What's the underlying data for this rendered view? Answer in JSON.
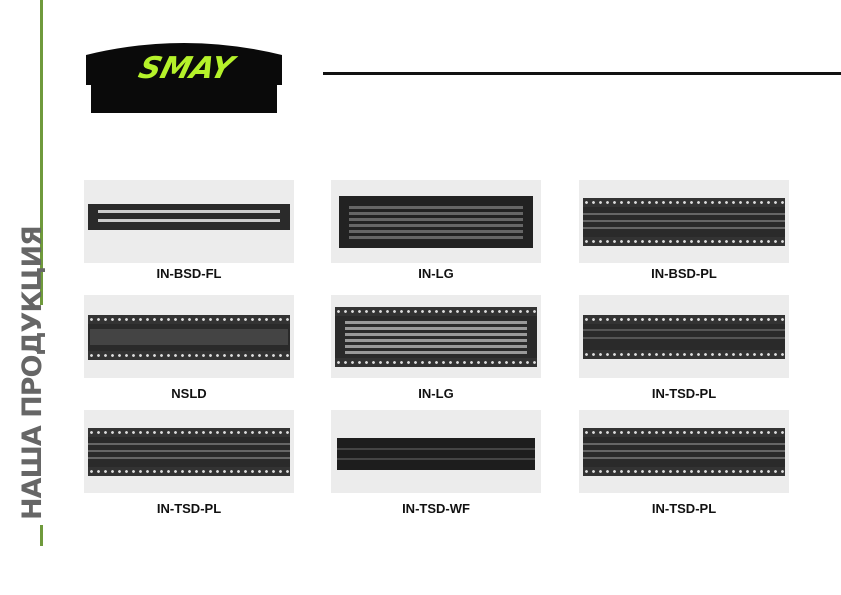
{
  "brand": {
    "logo_text": "SMAY"
  },
  "side_title": "НАША ПРОДУКЦИЯ",
  "colors": {
    "accent": "#6f9a3c",
    "logo_green": "#b5f22a",
    "title_gray": "#666666"
  },
  "products": [
    {
      "name": "IN-BSD-FL",
      "style": "fl"
    },
    {
      "name": "IN-LG",
      "style": "lg"
    },
    {
      "name": "IN-BSD-PL",
      "style": "pl"
    },
    {
      "name": "NSLD",
      "style": "nsld"
    },
    {
      "name": "IN-LG",
      "style": "lgpl"
    },
    {
      "name": "IN-TSD-PL",
      "style": "tsd"
    },
    {
      "name": "IN-TSD-PL",
      "style": "pl"
    },
    {
      "name": "IN-TSD-WF",
      "style": "wf"
    },
    {
      "name": "IN-TSD-PL",
      "style": "pl"
    }
  ]
}
